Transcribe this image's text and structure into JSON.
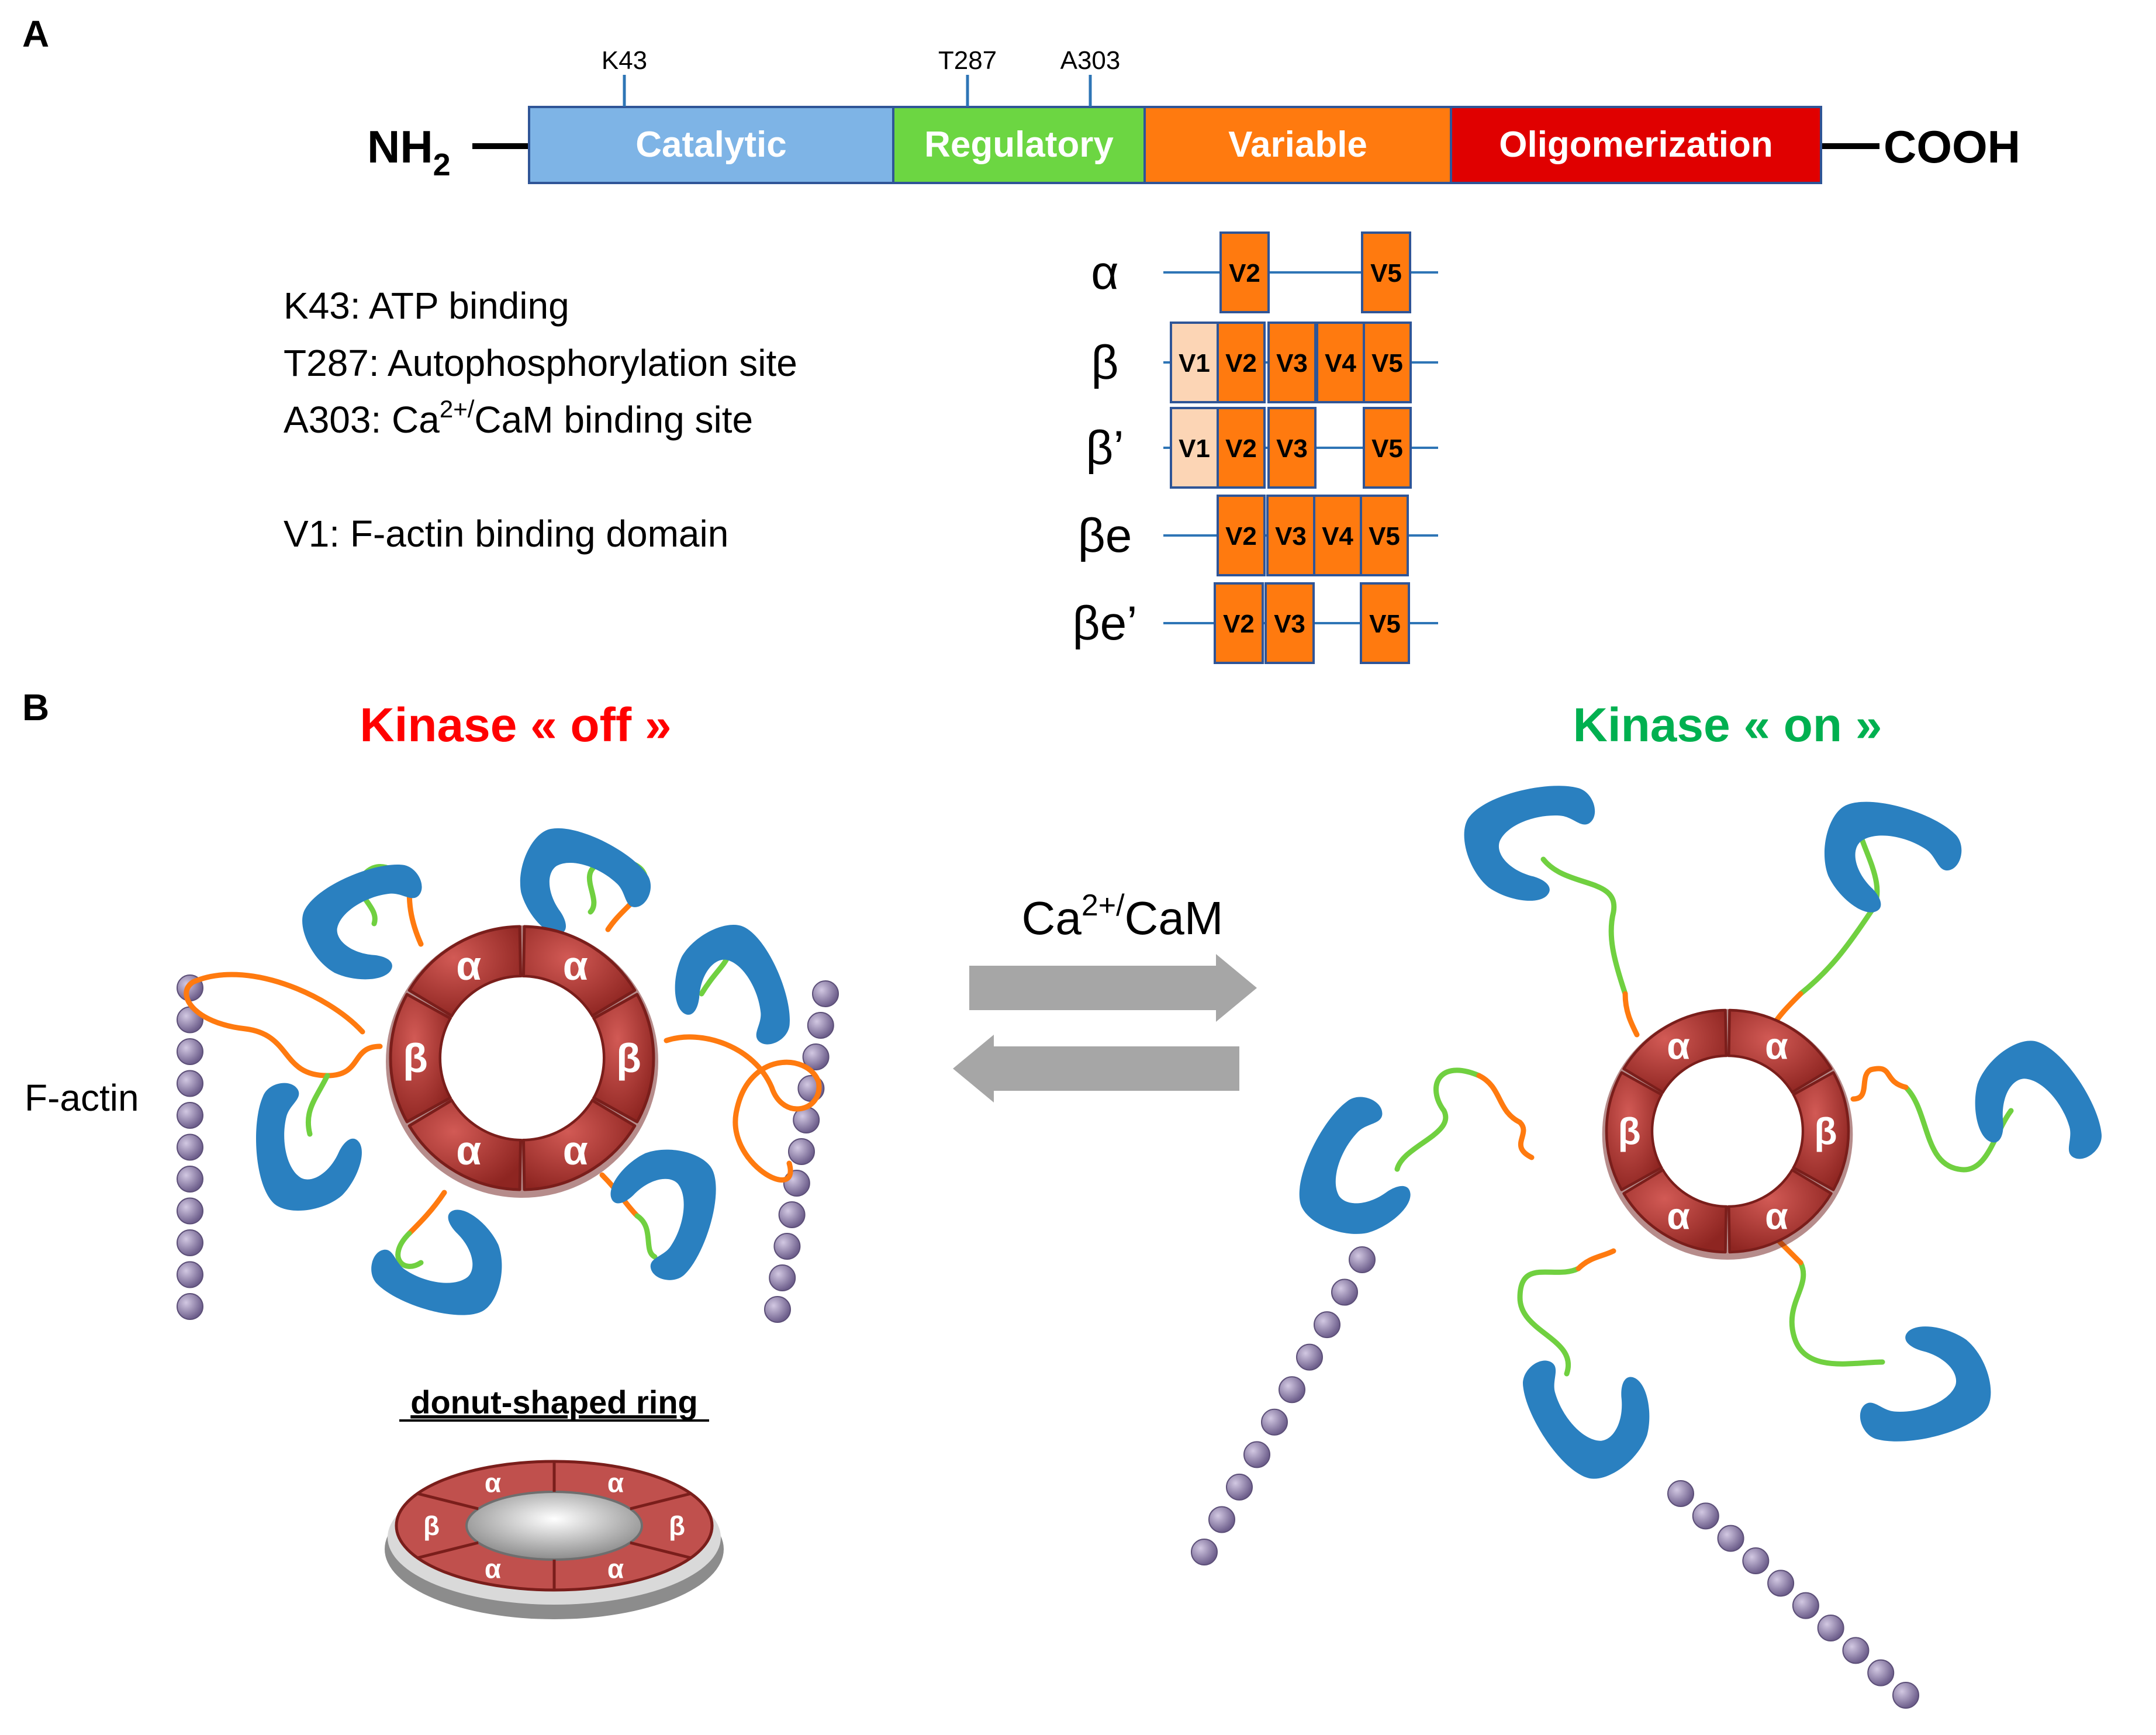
{
  "panel_a": {
    "label": "A",
    "n_term": "NH",
    "n_term_sub": "2",
    "c_term": "COOH",
    "domains": [
      {
        "id": "catalytic",
        "label": "Catalytic",
        "color": "#7EB4E6",
        "text_color": "#ffffff"
      },
      {
        "id": "regulatory",
        "label": "Regulatory",
        "color": "#6CD642",
        "text_color": "#ffffff"
      },
      {
        "id": "variable",
        "label": "Variable",
        "color": "#FF7A0F",
        "text_color": "#ffffff"
      },
      {
        "id": "oligomerization",
        "label": "Oligomerization",
        "color": "#E00000",
        "text_color": "#ffffff"
      }
    ],
    "sites": [
      "K43",
      "T287",
      "A303"
    ],
    "legend": {
      "k43": "K43: ATP binding",
      "t287": "T287: Autophosphorylation site",
      "a303_pre": "A303: Ca",
      "a303_sup": "2+/",
      "a303_post": "CaM binding site",
      "v1": "V1: F-actin binding domain"
    },
    "isoforms": [
      {
        "name": "α",
        "exons": [
          "V2",
          "V5"
        ]
      },
      {
        "name": "β",
        "exons": [
          "V1",
          "V2",
          "V3",
          "V4",
          "V5"
        ]
      },
      {
        "name": "β’",
        "exons": [
          "V1",
          "V2",
          "V3",
          "V5"
        ]
      },
      {
        "name": "βe",
        "exons": [
          "V2",
          "V3",
          "V4",
          "V5"
        ]
      },
      {
        "name": "βe’",
        "exons": [
          "V2",
          "V3",
          "V5"
        ]
      }
    ],
    "colors": {
      "exon": "#FF7A0F",
      "exon_v1": "#FCD5B5",
      "line": "#2E75B6",
      "border": "#2F5597"
    }
  },
  "panel_b": {
    "label": "B",
    "off_title": "Kinase « off »",
    "on_title": "Kinase « on »",
    "arrow_label_pre": "Ca",
    "arrow_label_sup": "2+/",
    "arrow_label_post": "CaM",
    "factin_label": "F-actin",
    "ring_caption": "donut-shaped ring",
    "ring_subunits": [
      "α",
      "α",
      "β",
      "α",
      "α",
      "β"
    ],
    "colors": {
      "off": "#FF0000",
      "on": "#00B050",
      "subunit": "#B73532",
      "kinase": "#2A80C0",
      "linker_orange": "#FF7A0F",
      "linker_green": "#70D040",
      "actin": "#8E7FA8",
      "arrow": "#A6A6A6"
    }
  }
}
